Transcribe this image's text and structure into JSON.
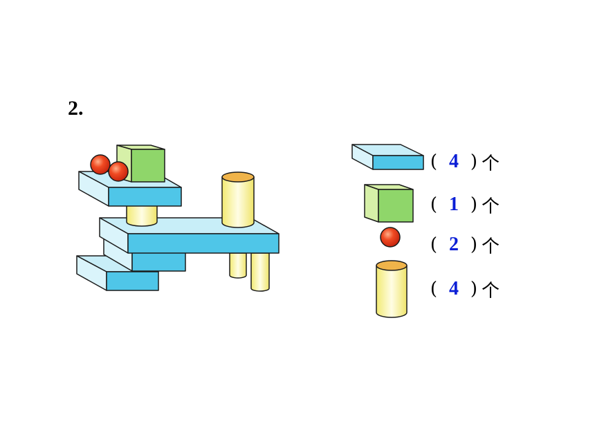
{
  "question_number": "2.",
  "counts": [
    {
      "shape": "cuboid",
      "open": "(",
      "value": "4",
      "close": ")",
      "unit": "个"
    },
    {
      "shape": "cube",
      "open": "(",
      "value": "1",
      "close": ")",
      "unit": "个"
    },
    {
      "shape": "sphere",
      "open": "(",
      "value": "2",
      "close": ")",
      "unit": "个"
    },
    {
      "shape": "cylinder",
      "open": "(",
      "value": "4",
      "close": ")",
      "unit": "个"
    }
  ],
  "colors": {
    "cuboid_front": "#4fc6e8",
    "cuboid_top": "#c8eef8",
    "cube_front": "#8fd66a",
    "cube_side": "#d6f0a8",
    "sphere": "#e83a1c",
    "cylinder_body": "#f6f08c",
    "cylinder_top": "#f0b44a",
    "answer_text": "#0b1fd6"
  }
}
